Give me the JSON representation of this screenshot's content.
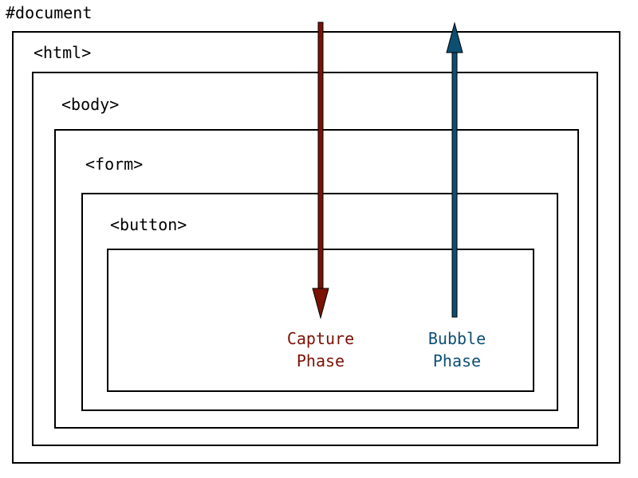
{
  "labels": {
    "document": "#document",
    "html": "<html>",
    "body": "<body>",
    "form": "<form>",
    "button": "<button>"
  },
  "capture": {
    "line1": "Capture",
    "line2": "Phase",
    "color": "#7a1206"
  },
  "bubble": {
    "line1": "Bubble",
    "line2": "Phase",
    "color": "#0c4f72"
  }
}
